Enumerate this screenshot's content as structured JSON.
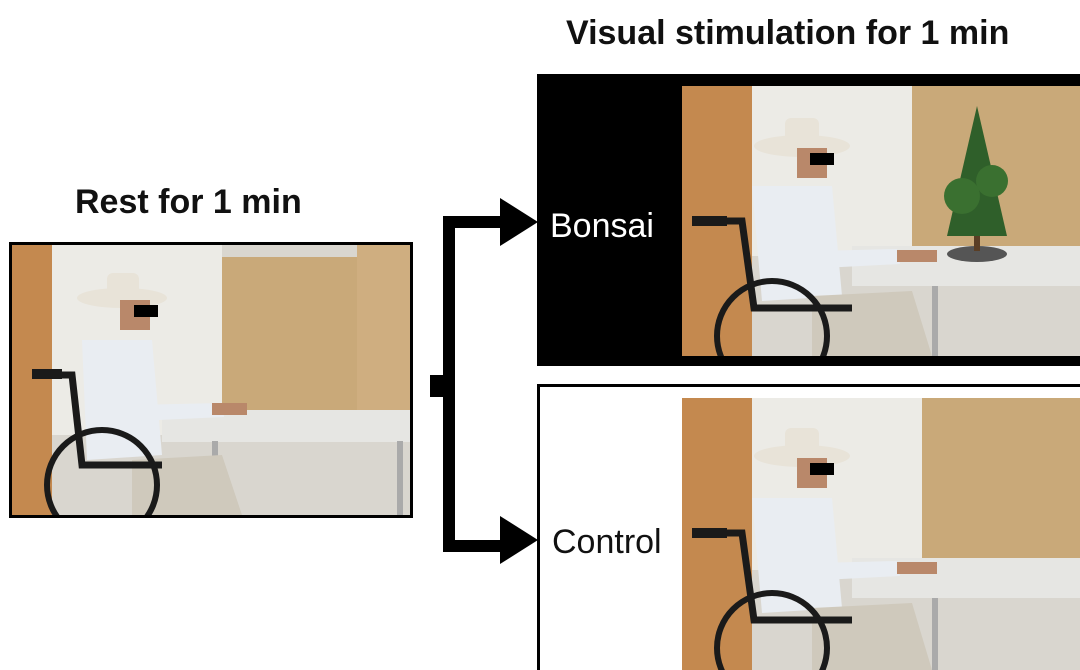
{
  "titles": {
    "rest": "Rest for 1 min",
    "stimulation": "Visual stimulation for 1 min"
  },
  "conditions": [
    {
      "label": "Bonsai"
    },
    {
      "label": "Control"
    }
  ],
  "colors": {
    "frame_dark": "#000000",
    "frame_light": "#ffffff",
    "arrow": "#000000",
    "wall": "#d9d6cf",
    "partition": "#c9a979",
    "table": "#e6e6e3",
    "shirt": "#e9edf2",
    "hat": "#e8e3d8",
    "skin": "#b9886a",
    "wheelchair": "#1a1a1a",
    "plant": "#2f5f2a"
  },
  "icons": [
    "arrow-right-icon",
    "bonsai-tree-icon",
    "wheelchair-icon"
  ]
}
